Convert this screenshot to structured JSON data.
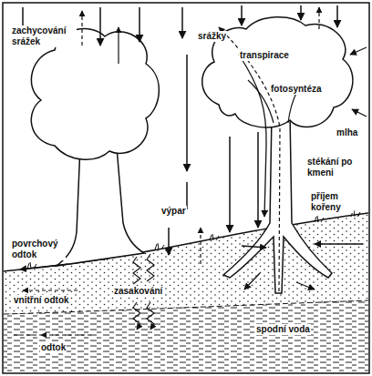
{
  "diagram": {
    "labels": [
      "zachycování srážek",
      "srážky",
      "transpirace",
      "fotosyntéza",
      "mlha",
      "stékání po kmeni",
      "příjem kořeny",
      "výpar",
      "povrchový odtok",
      "vnitřní odtok",
      "zasakování",
      "odtok",
      "spodní voda"
    ]
  }
}
